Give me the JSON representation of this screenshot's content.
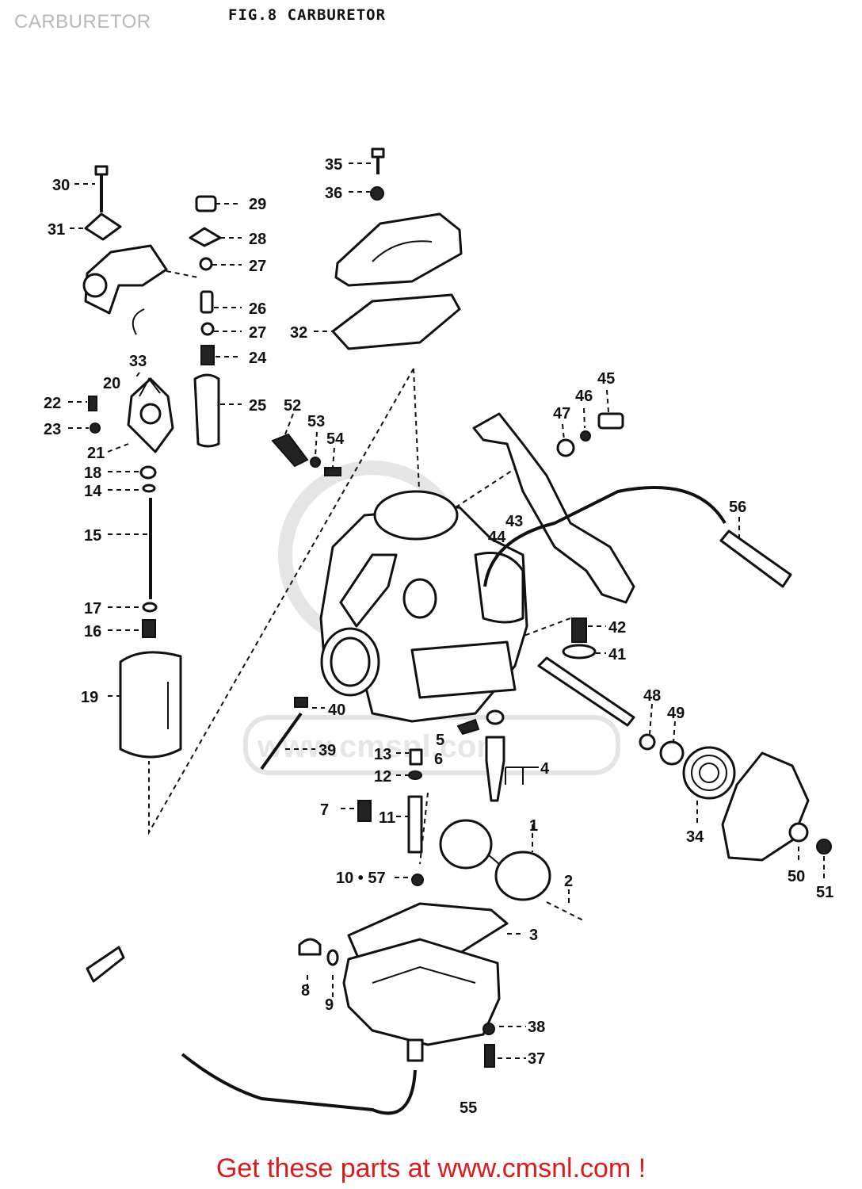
{
  "header": {
    "page_title": "CARBURETOR",
    "figure_title": "FIG.8  CARBURETOR"
  },
  "watermark": {
    "text": "www.cmsnl.com"
  },
  "callouts": [
    {
      "id": "c30",
      "text": "30"
    },
    {
      "id": "c31",
      "text": "31"
    },
    {
      "id": "c29",
      "text": "29"
    },
    {
      "id": "c28",
      "text": "28"
    },
    {
      "id": "c27a",
      "text": "27"
    },
    {
      "id": "c26",
      "text": "26"
    },
    {
      "id": "c27b",
      "text": "27"
    },
    {
      "id": "c24",
      "text": "24"
    },
    {
      "id": "c25",
      "text": "25"
    },
    {
      "id": "c33",
      "text": "33"
    },
    {
      "id": "c20",
      "text": "20"
    },
    {
      "id": "c22",
      "text": "22"
    },
    {
      "id": "c23",
      "text": "23"
    },
    {
      "id": "c21",
      "text": "21"
    },
    {
      "id": "c18",
      "text": "18"
    },
    {
      "id": "c14",
      "text": "14"
    },
    {
      "id": "c15",
      "text": "15"
    },
    {
      "id": "c17",
      "text": "17"
    },
    {
      "id": "c16",
      "text": "16"
    },
    {
      "id": "c19",
      "text": "19"
    },
    {
      "id": "c35",
      "text": "35"
    },
    {
      "id": "c36",
      "text": "36"
    },
    {
      "id": "c32",
      "text": "32"
    },
    {
      "id": "c52",
      "text": "52"
    },
    {
      "id": "c53",
      "text": "53"
    },
    {
      "id": "c54",
      "text": "54"
    },
    {
      "id": "c47",
      "text": "47"
    },
    {
      "id": "c46",
      "text": "46"
    },
    {
      "id": "c45",
      "text": "45"
    },
    {
      "id": "c43",
      "text": "43"
    },
    {
      "id": "c44",
      "text": "44"
    },
    {
      "id": "c56",
      "text": "56"
    },
    {
      "id": "c42",
      "text": "42"
    },
    {
      "id": "c41",
      "text": "41"
    },
    {
      "id": "c40",
      "text": "40"
    },
    {
      "id": "c39",
      "text": "39"
    },
    {
      "id": "c48",
      "text": "48"
    },
    {
      "id": "c49",
      "text": "49"
    },
    {
      "id": "c13",
      "text": "13"
    },
    {
      "id": "c5",
      "text": "5"
    },
    {
      "id": "c6",
      "text": "6"
    },
    {
      "id": "c4",
      "text": "4"
    },
    {
      "id": "c12",
      "text": "12"
    },
    {
      "id": "c7",
      "text": "7"
    },
    {
      "id": "c11",
      "text": "11"
    },
    {
      "id": "c1",
      "text": "1"
    },
    {
      "id": "c34",
      "text": "34"
    },
    {
      "id": "c50",
      "text": "50"
    },
    {
      "id": "c51",
      "text": "51"
    },
    {
      "id": "c1057",
      "text": "10 • 57"
    },
    {
      "id": "c2",
      "text": "2"
    },
    {
      "id": "c3",
      "text": "3"
    },
    {
      "id": "c8",
      "text": "8"
    },
    {
      "id": "c9",
      "text": "9"
    },
    {
      "id": "c38",
      "text": "38"
    },
    {
      "id": "c37",
      "text": "37"
    },
    {
      "id": "c55",
      "text": "55"
    }
  ],
  "footer": {
    "text": "Get these parts at www.cmsnl.com !"
  }
}
